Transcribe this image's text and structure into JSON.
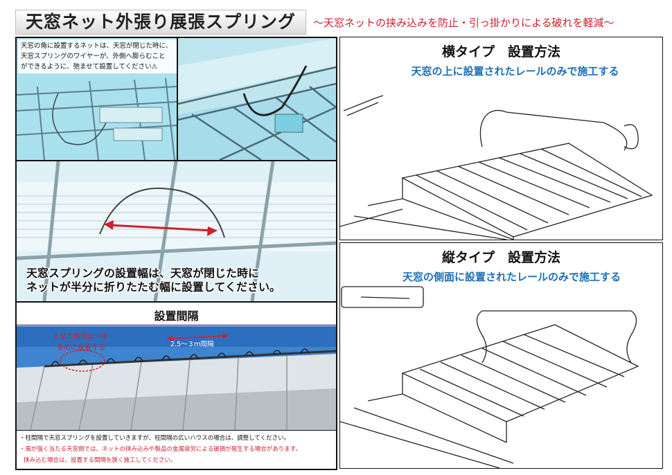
{
  "header": {
    "title": "天窓ネット外張り展張スプリング",
    "subtitle": "～天窓ネットの挟み込みを防止・引っ掛かりによる破れを軽減～"
  },
  "top_left_note": {
    "lines": [
      "天窓の角に設置するネットは、天窓が閉じた時に、",
      "天窓スプリングのワイヤーが、外側へ膨らむこと",
      "ができるように、弛ませて設置してください⚠"
    ]
  },
  "middle_caption": {
    "lines": [
      "天窓スプリングの設置幅は、天窓が閉じた時に",
      "ネットが半分に折りたたむ幅に設置してください。"
    ]
  },
  "spacing": {
    "heading": "設置間隔",
    "label_red_1": "天窓の両端は一本",
    "label_red_2": "多めに設置する",
    "label_interval": "2.5～３ｍ間隔"
  },
  "notes": [
    {
      "text": "・柱間隔で天窓スプリングを設置していきますが、柱間隔の広いハウスの場合は、調整してください。",
      "color": "#111111"
    },
    {
      "text": "・風が強く当たる天窓側では、ネットの挟み込みや製品の金属疲労による破損が発生する場合があります。",
      "color": "#d21f2b"
    },
    {
      "text": "挟み込む場合は、設置する間隔を狭く施工してください。",
      "color": "#d21f2b"
    }
  ],
  "horizontal_type": {
    "heading": "横タイプ　設置方法",
    "subheading": "天窓の上に設置されたレールのみで施工する"
  },
  "vertical_type": {
    "heading": "縦タイプ　設置方法",
    "subheading": "天窓の側面に設置されたレールのみで施工する"
  },
  "colors": {
    "accent_red": "#d21f2b",
    "accent_blue": "#1c6fb8",
    "sky_blue": "#8fd3e6"
  }
}
